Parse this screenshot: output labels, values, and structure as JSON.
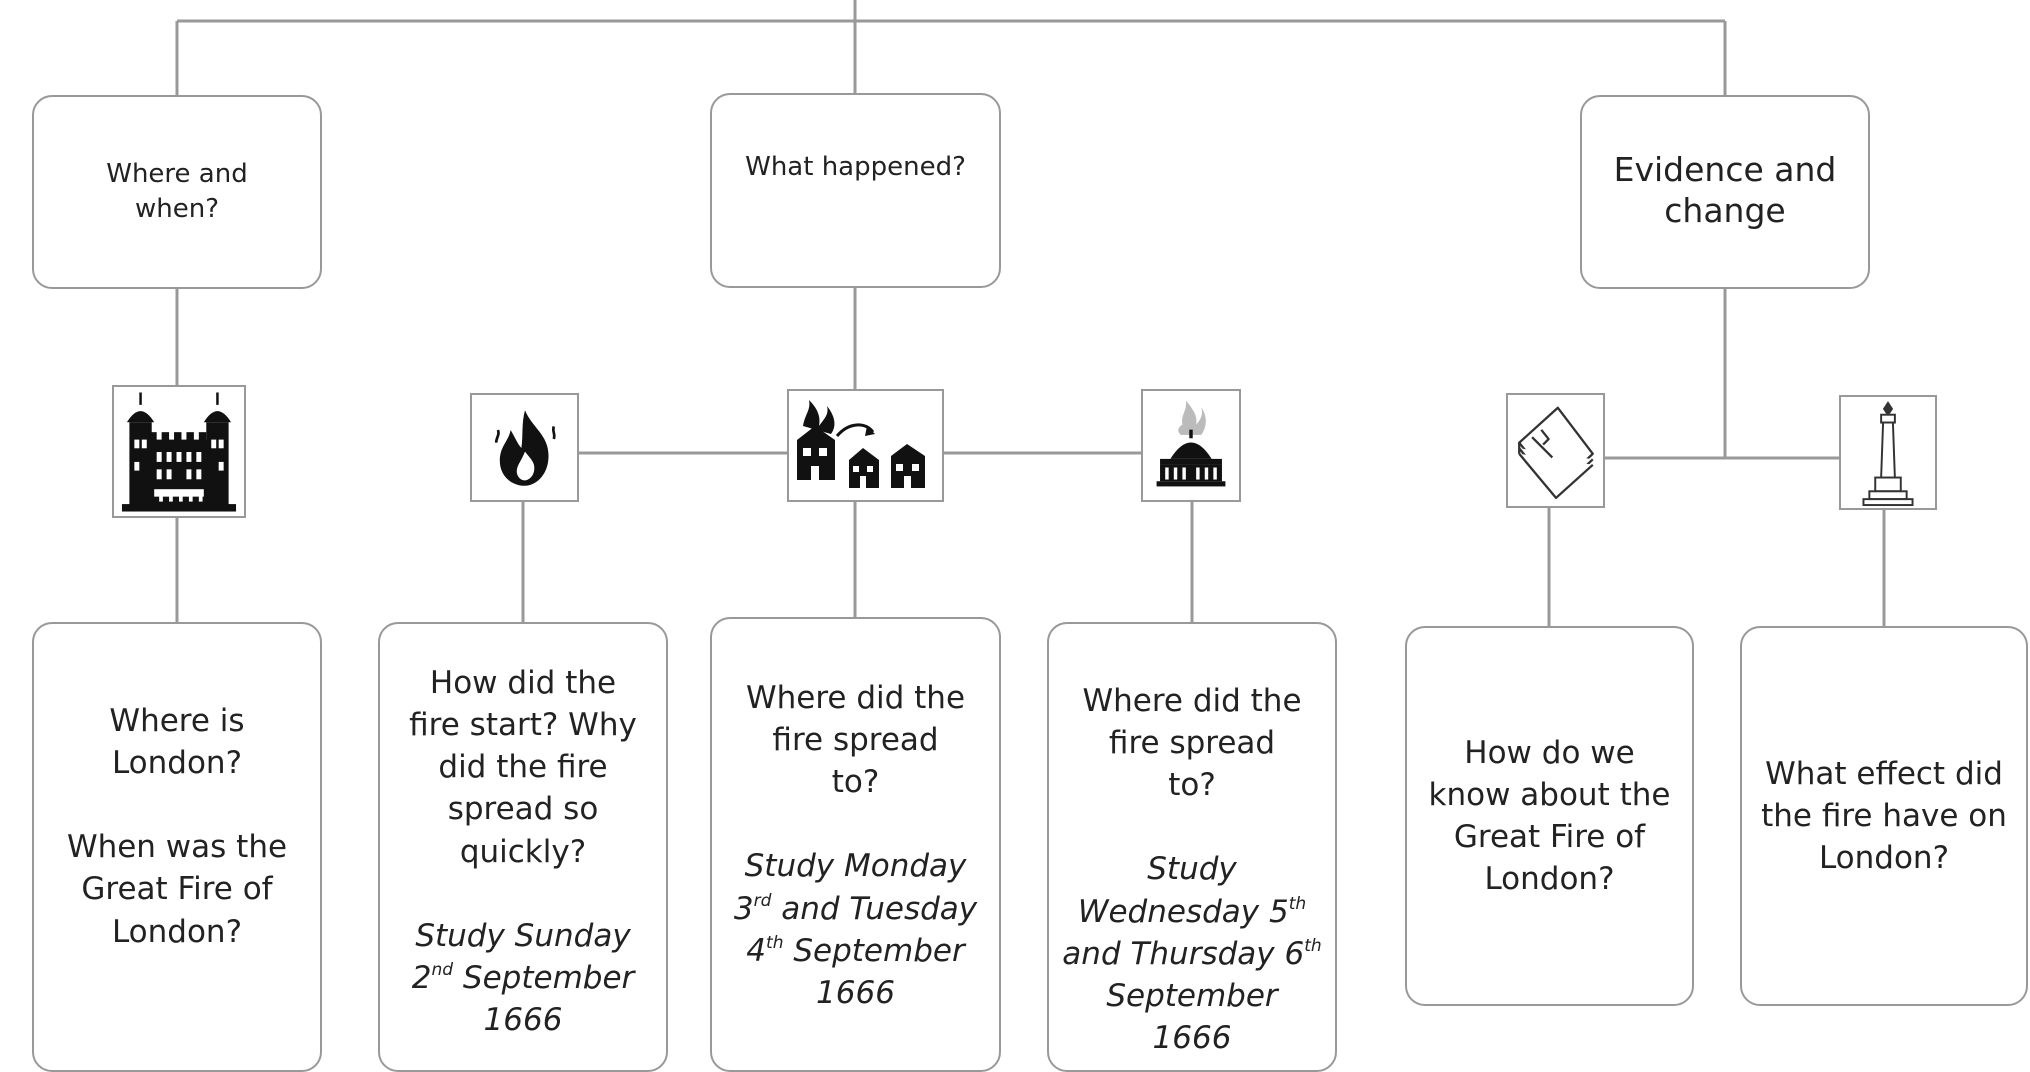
{
  "topics": {
    "where_when": "Where and when?",
    "what_happened": "What happened?",
    "evidence": "Evidence and change"
  },
  "questions": {
    "q1_a": "Where is London?",
    "q1_b": "When was the Great Fire of London?",
    "q2": "How did the fire start? Why did the fire spread so quickly?",
    "q2_study_a": "Study Sunday",
    "q2_study_num": "2",
    "q2_study_sup": "nd",
    "q2_study_b": " September 1666",
    "q3": "Where did the fire spread to?",
    "q3_study_a": "Study Monday",
    "q3_study_num1": "3",
    "q3_study_sup1": "rd",
    "q3_study_mid": " and Tuesday",
    "q3_study_num2": "4",
    "q3_study_sup2": "th",
    "q3_study_b": "  September 1666",
    "q4": "Where did the fire spread to?",
    "q4_study_a": "Study Wednesday 5",
    "q4_study_sup1": "th",
    "q4_study_mid": " and Thursday 6",
    "q4_study_sup2": "th",
    "q4_study_b": " September 1666",
    "q5": "How do we know about the Great Fire of London?",
    "q6": "What effect did the fire have on London?"
  },
  "icons": [
    "tower-of-london-icon",
    "fire-icon",
    "spreading-fire-houses-icon",
    "burning-cathedral-icon",
    "diary-book-icon",
    "monument-column-icon"
  ],
  "colors": {
    "line": "#999999",
    "icon": "#111111"
  }
}
